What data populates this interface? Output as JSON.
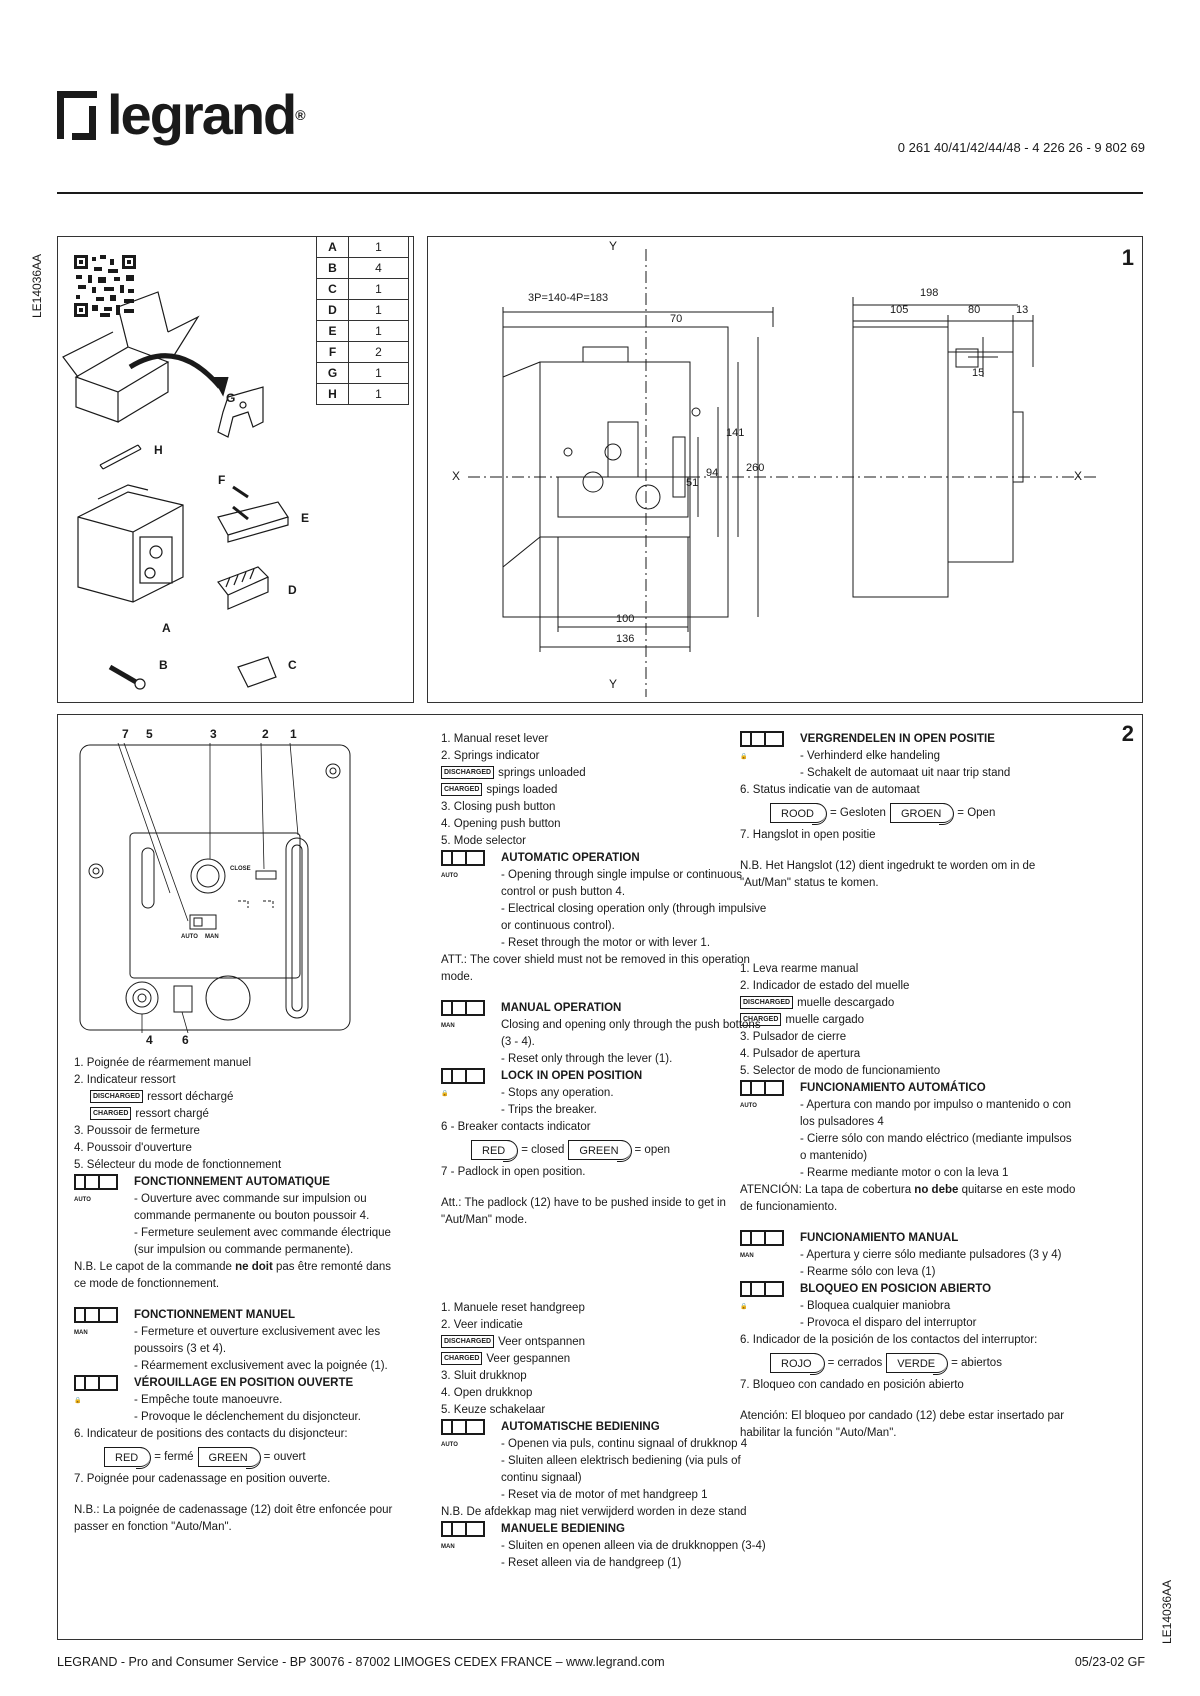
{
  "header": {
    "brand": "legrand",
    "refs": "0 261 40/41/42/44/48 - 4 226 26 - 9 802 69"
  },
  "doc_code": "LE14036AA",
  "parts_table": [
    {
      "letter": "A",
      "qty": "1"
    },
    {
      "letter": "B",
      "qty": "4"
    },
    {
      "letter": "C",
      "qty": "1"
    },
    {
      "letter": "D",
      "qty": "1"
    },
    {
      "letter": "E",
      "qty": "1"
    },
    {
      "letter": "F",
      "qty": "2"
    },
    {
      "letter": "G",
      "qty": "1"
    },
    {
      "letter": "H",
      "qty": "1"
    }
  ],
  "kit_labels": {
    "a": "A",
    "b": "B",
    "c": "C",
    "d": "D",
    "e": "E",
    "f": "F",
    "g": "G",
    "h": "H"
  },
  "panel1": {
    "number": "1",
    "dims": {
      "top_left": "3P=140-4P=183",
      "d70": "70",
      "d198": "198",
      "d105": "105",
      "d80": "80",
      "d13": "13",
      "d15": "15",
      "d141": "141",
      "d94": "94",
      "d51": "51",
      "d260": "260",
      "d100": "100",
      "d136": "136",
      "x": "X",
      "y": "Y",
      "eq": "="
    }
  },
  "panel2": {
    "number": "2",
    "callouts": [
      "7",
      "5",
      "3",
      "2",
      "1",
      "4",
      "6"
    ],
    "auto": "AUTO",
    "man": "MAN",
    "close": "CLOSE"
  },
  "fr": {
    "l1": "1. Poignée de réarmement manuel",
    "l2": "2. Indicateur ressort",
    "t_dis": "DISCHARGED",
    "t1": "ressort déchargé",
    "t_chg": "CHARGED",
    "t2": "ressort chargé",
    "l3": "3. Poussoir de fermeture",
    "l4": "4. Poussoir d'ouverture",
    "l5": "5. Sélecteur du mode de fonctionnement",
    "auto_h": "FONCTIONNEMENT AUTOMATIQUE",
    "auto_1": "- Ouverture avec commande sur impulsion ou commande permanente ou bouton poussoir 4.",
    "auto_2": "- Fermeture seulement avec commande électrique (sur impulsion ou commande permanente).",
    "nb1_pre": "N.B. Le capot de la commande ",
    "nb1_bold": "ne doit",
    "nb1_post": " pas être remonté dans ce mode de fonctionnement.",
    "man_h": "FONCTIONNEMENT MANUEL",
    "man_1": "- Fermeture et ouverture exclusivement avec les poussoirs (3 et 4).",
    "man_2": "- Réarmement exclusivement avec la poignée (1).",
    "lock_h": "VÉROUILLAGE EN POSITION OUVERTE",
    "lock_1": "- Empêche toute manoeuvre.",
    "lock_2": "- Provoque le déclenchement du disjoncteur.",
    "l6": "6. Indicateur de positions des contacts du disjoncteur:",
    "red": "RED",
    "red_t": "= fermé",
    "green": "GREEN",
    "green_t": "= ouvert",
    "l7": "7. Poignée pour cadenassage en position ouverte.",
    "nb2": "N.B.: La poignée de cadenassage (12) doit être enfoncée pour passer en fonction \"Auto/Man\"."
  },
  "en": {
    "l1": "1. Manual reset lever",
    "l2": "2. Springs indicator",
    "t_dis": "DISCHARGED",
    "t1": "springs unloaded",
    "t_chg": "CHARGED",
    "t2": "spings loaded",
    "l3": "3. Closing push button",
    "l4": "4. Opening push button",
    "l5": "5. Mode selector",
    "auto_h": "AUTOMATIC OPERATION",
    "auto_1": "- Opening through single impulse or continuous control or push button 4.",
    "auto_2": "- Electrical closing operation only (through impulsive or continuous control).",
    "auto_3": "- Reset through the motor or with lever 1.",
    "att": "ATT.: The cover shield must not be removed in this operation mode.",
    "man_h": "MANUAL OPERATION",
    "man_1": "Closing and opening only through the push bottons (3 - 4).",
    "man_2": "- Reset only through the lever (1).",
    "lock_h": "LOCK IN OPEN POSITION",
    "lock_1": "- Stops any operation.",
    "lock_2": "- Trips the breaker.",
    "l6": "6 - Breaker contacts indicator",
    "red": "RED",
    "red_t": "= closed",
    "green": "GREEN",
    "green_t": "= open",
    "l7": "7 - Padlock in open position.",
    "nb": "Att.: The padlock (12) have to be pushed inside to get in \"Aut/Man\" mode."
  },
  "nl": {
    "l1": "1. Manuele reset handgreep",
    "l2": "2. Veer indicatie",
    "t_dis": "DISCHARGED",
    "t1": "Veer ontspannen",
    "t_chg": "CHARGED",
    "t2": "Veer gespannen",
    "l3": "3. Sluit drukknop",
    "l4": "4. Open drukknop",
    "l5": "5. Keuze schakelaar",
    "auto_h": "AUTOMATISCHE BEDIENING",
    "auto_1": "- Openen via puls, continu signaal of drukknop 4",
    "auto_2": "- Sluiten alleen elektrisch bediening (via puls of continu signaal)",
    "auto_3": "- Reset via de motor of met handgreep 1",
    "nb": "N.B. De afdekkap mag niet verwijderd worden in deze stand",
    "man_h": "MANUELE BEDIENING",
    "man_1": "- Sluiten en openen alleen via de drukknoppen (3-4)",
    "man_2": "- Reset alleen via de handgreep (1)",
    "lock_h": "VERGRENDELEN IN OPEN POSITIE",
    "lock_1": "- Verhinderd elke handeling",
    "lock_2": "- Schakelt de automaat uit naar trip stand",
    "l6": "6. Status indicatie van de automaat",
    "red": "ROOD",
    "red_t": "= Gesloten",
    "green": "GROEN",
    "green_t": "= Open",
    "l7": "7. Hangslot in open positie",
    "nb2": "N.B. Het Hangslot (12) dient ingedrukt te worden om in de \"Aut/Man\" status te komen."
  },
  "es": {
    "l1": "1. Leva rearme manual",
    "l2": "2. Indicador de estado del muelle",
    "t_dis": "DISCHARGED",
    "t1": "muelle descargado",
    "t_chg": "CHARGED",
    "t2": "muelle cargado",
    "l3": "3. Pulsador de cierre",
    "l4": "4. Pulsador de apertura",
    "l5": "5. Selector de modo de funcionamiento",
    "auto_h": "FUNCIONAMIENTO AUTOMÁTICO",
    "auto_1": "- Apertura con mando por impulso o mantenido o con los pulsadores 4",
    "auto_2": "- Cierre sólo con mando eléctrico (mediante impulsos o mantenido)",
    "auto_3": "- Rearme mediante motor o con la leva 1",
    "att_pre": "ATENCIÓN: La tapa de cobertura ",
    "att_bold": "no debe",
    "att_post": " quitarse en este modo de funcionamiento.",
    "man_h": "FUNCIONAMIENTO MANUAL",
    "man_1": "- Apertura y cierre sólo mediante pulsadores (3 y 4)",
    "man_2": "- Rearme sólo con leva (1)",
    "lock_h": "BLOQUEO EN POSICION ABIERTO",
    "lock_1": "- Bloquea cualquier maniobra",
    "lock_2": "- Provoca el disparo del interruptor",
    "l6": "6. Indicador de la posición de los contactos del interruptor:",
    "red": "ROJO",
    "red_t": "= cerrados",
    "green": "VERDE",
    "green_t": "= abiertos",
    "l7": "7. Bloqueo con candado en posición abierto",
    "nb2": "Atención: El bloqueo por candado (12) debe estar insertado par habilitar la función \"Auto/Man\"."
  },
  "footer": {
    "left": "LEGRAND - Pro and Consumer Service - BP 30076 - 87002 LIMOGES CEDEX FRANCE – www.legrand.com",
    "right": "05/23-02 GF"
  }
}
